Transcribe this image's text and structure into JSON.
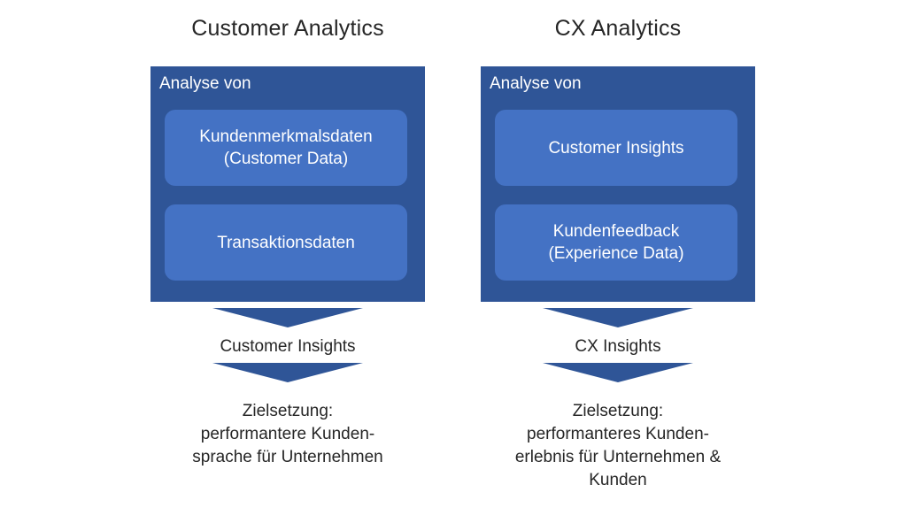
{
  "columns": [
    {
      "title": "Customer Analytics",
      "panel_heading": "Analyse von",
      "boxes": [
        "Kundenmerkmalsdaten\n(Customer Data)",
        "Transaktionsdaten"
      ],
      "insight": "Customer Insights",
      "goal": "Zielsetzung:\nperformantere Kunden-\nsprache für Unternehmen"
    },
    {
      "title": "CX Analytics",
      "panel_heading": "Analyse von",
      "boxes": [
        "Customer Insights",
        "Kundenfeedback\n(Experience Data)"
      ],
      "insight": "CX Insights",
      "goal": "Zielsetzung:\nperformanteres Kunden-\nerlebnis für Unternehmen &\nKunden"
    }
  ],
  "colors": {
    "panel": "#2f5597",
    "box": "#4472c4",
    "arrow": "#2f5597",
    "text": "#262626"
  }
}
